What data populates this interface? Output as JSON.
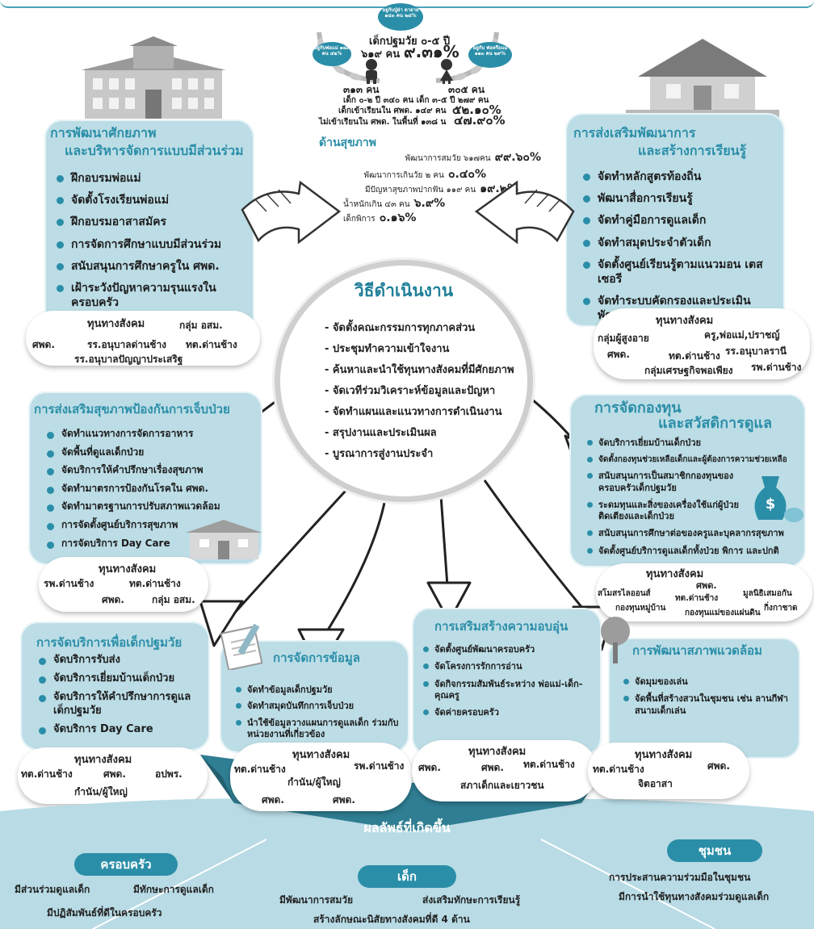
{
  "children_stats": {
    "ring_top": "อยู่กับปู่ย่า ตายาย ๑๔๓ คน ๒๘%",
    "ring_left": "อยู่กับพ่อแม่ ๑๘๓ คน ๔๒%",
    "ring_right": "อยู่กับ พ่อหรือแม่ ๑๑๓ คน ๒๙%",
    "title": "เด็กปฐมวัย ๐-๕ ปี",
    "total": "๖๑๙ คน",
    "total_pct": "๙.๓๑%",
    "boys": "๓๑๓ คน",
    "girls": "๓๐๕ คน",
    "age_line": "เด็ก ๐-๒ ปี ๓๔๐ คน  เด็ก ๓-๕ ปี ๒๗๙ คน",
    "enrolled": "เด็กเข้าเรียนใน ศพด. ๑๔๙ คน",
    "enrolled_pct": "๕๒.๑๐%",
    "not_enrolled": "ไม่เข้าเรียนใน ศพด. ในพื้นที่ ๑๓๘ น",
    "not_enrolled_pct": "๔๗.๙๐%"
  },
  "health": {
    "title": "ด้านสุขภาพ",
    "rows": [
      {
        "label": "พัฒนาการสมวัย ๖๑๗คน",
        "value": "๙๙.๖๐%"
      },
      {
        "label": "พัฒนาการเกินวัย ๒ คน",
        "value": "๐.๔๐%"
      },
      {
        "label": "มีปัญหาสุขภาพปากฟัน ๑๑๙ คน",
        "value": "๑๙.๒%"
      },
      {
        "label": "น้ำหนักเกิน ๔๓ คน",
        "value": "๖.๙%"
      },
      {
        "label": "เด็กพิการ",
        "value": "๐.๑๖%"
      }
    ]
  },
  "center": {
    "title": "วิธีดำเนินงาน",
    "items": [
      "- จัดตั้งคณะกรรมการทุกภาคส่วน",
      "- ประชุมทำความเข้าใจงาน",
      "- ค้นหาและนำใช้ทุนทางสังคมที่มีศักยภาพ",
      "- จัดเวทีร่วมวิเคราะห์ข้อมูลและปัญหา",
      "- จัดทำแผนและแนวทางการดำเนินงาน",
      "- สรุปงานและประเมินผล",
      "- บูรณาการสู่งานประจำ"
    ]
  },
  "capital_heading": "ทุนทางสังคม",
  "p1": {
    "title1": "การพัฒนาศักยภาพ",
    "title2": "และบริหารจัดการแบบมีส่วนร่วม",
    "items": [
      "ฝึกอบรมพ่อแม่",
      "จัดตั้งโรงเรียนพ่อแม่",
      "ฝึกอบรมอาสาสมัคร",
      "การจัดการศึกษาแบบมีส่วนร่วม",
      "สนับสนุนการศึกษาครูใน ศพด.",
      "เฝ้าระวังปัญหาความรุนแรงใน ครอบครัว"
    ],
    "capital": [
      "กลุ่ม อสม.",
      "ศพด.",
      "รร.อนุบาลด่านช้าง",
      "ทต.ด่านช้าง",
      "รร.อนุบาลปัญญาประเสริฐ"
    ]
  },
  "p2": {
    "title1": "การส่งเสริมพัฒนาการ",
    "title2": "และสร้างการเรียนรู้",
    "items": [
      "จัดทำหลักสูตรท้องถิ่น",
      "พัฒนาสื่อการเรียนรู้",
      "จัดทำคู่มือการดูแลเด็ก",
      "จัดทำสมุดประจำตัวเด็ก",
      "จัดตั้งศูนย์เรียนรู้ตามแนวมอน เตสเซอรี",
      "จัดทำระบบคัดกรองและประเมิน พัฒนาการ"
    ],
    "capital": [
      "กลุ่มผู้สูงอาย",
      "ครู,พ่อแม่,ปราชญ์",
      "ศพด.",
      "ทต.ด่านช้าง",
      "รร.อนุบาลรานี",
      "กลุ่มเศรษฐกิจพอเพียง",
      "รพ.ด่านช้าง"
    ]
  },
  "p3": {
    "title": "การส่งเสริมสุขภาพป้องกันการเจ็บป่วย",
    "items": [
      "จัดทำแนวทางการจัดการอาหาร",
      "จัดพื้นที่ดูแลเด็กป่วย",
      "จัดบริการให้คำปรึกษาเรื่องสุขภาพ",
      "จัดทำมาตรการป้องกันโรคใน ศพด.",
      "จัดทำมาตรฐานการปรับสภาพแวดล้อม",
      "การจัดตั้งศูนย์บริการสุขภาพ",
      "การจัดบริการ Day Care"
    ],
    "capital": [
      "รพ.ด่านช้าง",
      "ทต.ด่านช้าง",
      "ศพด.",
      "กลุ่ม อสม."
    ]
  },
  "p4": {
    "title1": "การจัดกองทุน",
    "title2": "และสวัสดิการดูแล",
    "items": [
      "จัดบริการเยี่ยมบ้านเด็กป่วย",
      "จัดตั้งกองทุนช่วยเหลือเด็กและผู้ต้องการความช่วยเหลือ",
      "สนับสนุนการเป็นสมาชิกกองทุนของ ครอบครัวเด็กปฐมวัย",
      "ระดมทุนและสิ่งของเครื่องใช้แก่ผู้ป่วย ติดเตียงและเด็กป่วย",
      "สนับสนุนการศึกษาต่อของครูและบุคลากรสุขภาพ",
      "จัดตั้งศูนย์บริการดูแลเด็กทั้งป่วย พิการ และปกติ"
    ],
    "capital": [
      "ศพด.",
      "สโมสรไลออนส์",
      "ทต.ด่านช้าง",
      "มูลนิธิเสมอกัน",
      "กองทุนหมู่บ้าน",
      "กองทุนแม่ของแผ่นดิน",
      "กิ่งกาชาด"
    ]
  },
  "p5": {
    "title": "การจัดบริการเพื่อเด็กปฐมวัย",
    "items": [
      "จัดบริการรับส่ง",
      "จัดบริการเยี่ยมบ้านเด็กป่วย",
      "จัดบริการให้คำปรึกษาการดูแล เด็กปฐมวัย",
      "จัดบริการ Day Care"
    ],
    "capital": [
      "ทต.ด่านช้าง",
      "ศพด.",
      "อปพร.",
      "กำนัน/ผู้ใหญ่"
    ]
  },
  "p6": {
    "title": "การจัดการข้อมูล",
    "items": [
      "จัดทำข้อมูลเด็กปฐมวัย",
      "จัดทำสมุดบันทึกการเจ็บป่วย",
      "นำใช้ข้อมูลวางแผนการดูแลเด็ก ร่วมกับหน่วยงานที่เกี่ยวข้อง"
    ],
    "capital": [
      "ทต.ด่านช้าง",
      "รพ.ด่านช้าง",
      "กำนัน/ผู้ใหญ่",
      "ศพด.",
      "ศพด."
    ]
  },
  "p7": {
    "title": "การเสริมสร้างความอบอุ่น",
    "items": [
      "จัดตั้งศูนย์พัฒนาครอบครัว",
      "จัดโครงการรักการอ่าน",
      "จัดกิจกรรมสัมพันธ์ระหว่าง พ่อแม่-เด็ก-คุณครู",
      "จัดค่ายครอบครัว"
    ],
    "capital": [
      "ศพด.",
      "ศพด.",
      "ทต.ด่านช้าง",
      "สภาเด็กและเยาวชน"
    ]
  },
  "p8": {
    "title": "การพัฒนาสภาพแวดล้อม",
    "items": [
      "จัดมุมของเล่น",
      "จัดพื้นที่สร้างสวนในชุมชน เช่น ลานกีฬา สนามเด็กเล่น"
    ],
    "capital": [
      "ทต.ด่านช้าง",
      "ศพด.",
      "จิตอาสา"
    ]
  },
  "outcomes": {
    "title": "ผลลัพธ์ที่เกิดขึ้น",
    "family": {
      "label": "ครอบครัว",
      "lines": [
        "มีส่วนร่วมดูแลเด็ก",
        "มีทักษะการดูแลเด็ก",
        "มีปฏิสัมพันธ์ที่ดีในครอบครัว"
      ]
    },
    "child": {
      "label": "เด็ก",
      "lines": [
        "มีพัฒนาการสมวัย",
        "ส่งเสริมทักษะการเรียนรู้",
        "สร้างลักษณะนิสัยทางสังคมที่ดี 4 ด้าน"
      ]
    },
    "community": {
      "label": "ชุมชน",
      "lines": [
        "การประสานความร่วมมือในชุมชน",
        "มีการนำใช้ทุนทางสังคมร่วมดูแลเด็ก"
      ]
    }
  },
  "colors": {
    "accent": "#2b8ea8",
    "panel": "#bcdde6",
    "ribbon": "#2f7e93"
  },
  "icons": [
    "school-building-icon",
    "house-icon",
    "boy-icon",
    "girl-icon",
    "laurel-icon",
    "arrow-icon",
    "money-bag-icon",
    "piggy-bank-icon",
    "tree-icon",
    "clipboard-icon"
  ]
}
